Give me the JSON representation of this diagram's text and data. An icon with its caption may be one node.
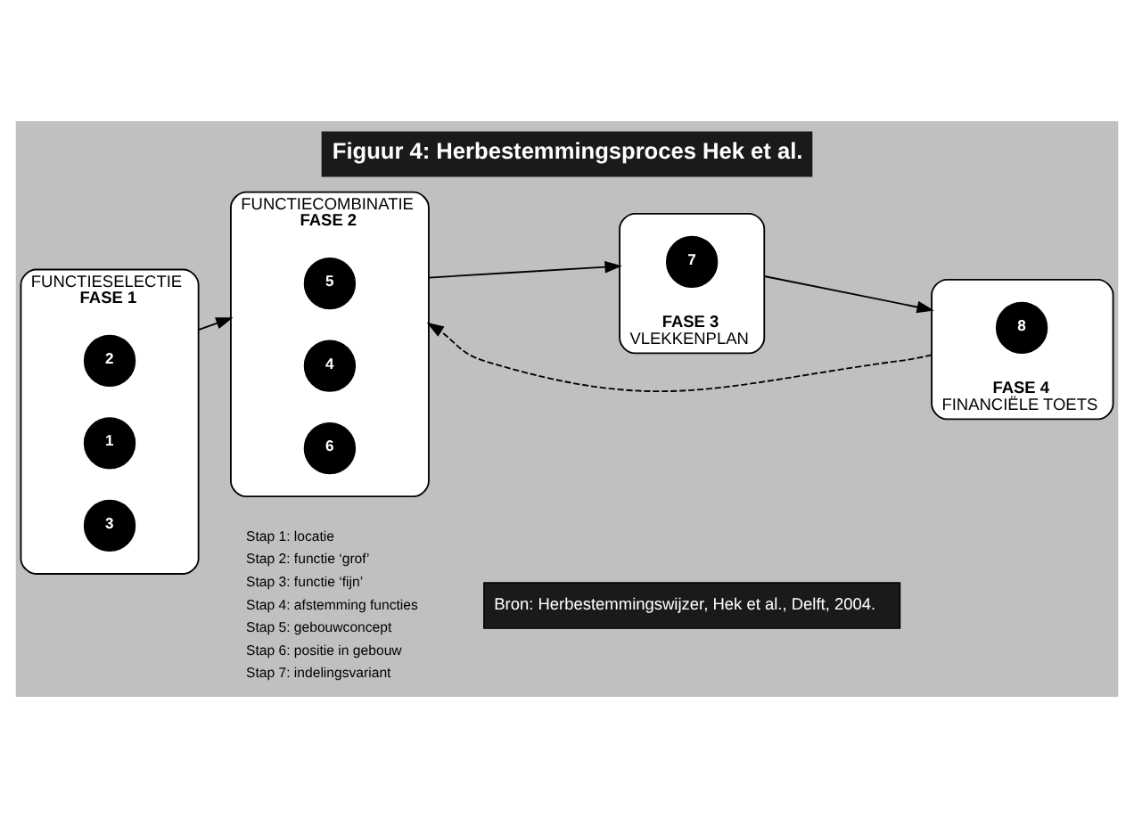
{
  "diagram": {
    "title": "Figuur 4: Herbestemmingsproces Hek et al.",
    "caption": "Bron: Herbestemmingswijzer, Hek et al., Delft, 2004.",
    "nodes": [
      {
        "text": [
          "FUNCTIESELECTIE",
          "FASE 1"
        ]
      },
      {
        "text": [
          "2"
        ],
        "in": 0
      },
      {
        "text": [
          "1"
        ],
        "in": 0
      },
      {
        "text": [
          "3"
        ],
        "in": 0
      },
      {
        "text": [
          "FUNCTIECOMBINATIE",
          "FASE 2"
        ]
      },
      {
        "text": [
          "5"
        ],
        "in": 4
      },
      {
        "text": [
          "4"
        ],
        "in": 4
      },
      {
        "text": [
          "6"
        ],
        "in": 4
      },
      {
        "text": [
          "FASE 3",
          "VLEKKENPLAN"
        ]
      },
      {
        "text": [
          "7"
        ],
        "in": 8
      },
      {
        "text": [
          "FASE 4",
          "FINANCIËLE TOETS"
        ]
      },
      {
        "text": [
          "8"
        ],
        "in": 10
      }
    ],
    "edges": [
      {
        "from": 0,
        "to": 4,
        "arrow": "to"
      },
      {
        "from": 4,
        "to": 8,
        "arrow": "to"
      },
      {
        "from": 8,
        "to": 10,
        "arrow": "to"
      },
      {
        "from": 10,
        "to": 4,
        "arrow": "to",
        "style": "dashed"
      }
    ],
    "labels": [
      "Stap 1: locatie",
      "Stap 2: functie ‘grof’",
      "Stap 3: functie ‘fijn’",
      "Stap 4: afstemming functies",
      "Stap 5: gebouwconcept",
      "Stap 6: positie in gebouw",
      "Stap 7: indelingsvariant"
    ]
  }
}
